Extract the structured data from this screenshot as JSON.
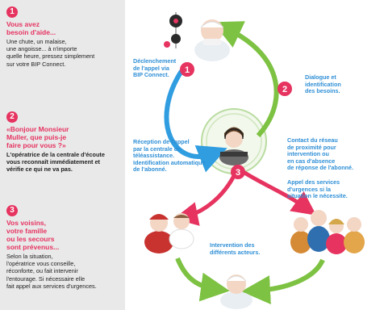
{
  "steps": [
    {
      "number": "1",
      "title": "Vous avez\nbesoin d'aide...",
      "body": "Une chute, un malaise,\nune angoisse... à n'importe\nquelle heure, pressez simplement\nsur votre BIP Connect."
    },
    {
      "number": "2",
      "title": "«Bonjour Monsieur\nMuller, que puis-je\nfaire pour vous ?»",
      "body": "L'opératrice de la centrale d'écoute\nvous reconnaît immédiatement et\nvérifie ce qui ne va pas."
    },
    {
      "number": "3",
      "title": "Vos voisins,\nvotre famille\nou les secours\nsont prévenus...",
      "body": "Selon la situation,\nl'opératrice vous conseille,\nréconforte, ou fait intervenir\nl'entourage. Si nécessaire elle\nfait appel aux services d'urgences."
    }
  ],
  "diagram": {
    "labels": {
      "declenchement": "Déclenchement\nde l'appel via\nBIP Connect.",
      "dialogue": "Dialogue et\nidentification\ndes besoins.",
      "reception": "Réception de l'appel\npar la centrale de\ntéléassistance.\nIdentification automatique\nde l'abonné.",
      "contact": "Contact du réseau\nde proximité pour\nintervention ou\nen cas d'absence\nde réponse de l'abonné.",
      "appel_urgences": "Appel des services\nd'urgences si la\nsituation le nécessite.",
      "intervention": "Intervention des\ndifférents acteurs."
    },
    "markers": [
      "1",
      "2",
      "3"
    ],
    "colors": {
      "accent": "#e6335f",
      "blue_arrow": "#2f9de0",
      "green_arrow": "#7dc242",
      "pink_arrow": "#e6335f",
      "sidebar_bg": "#e9e9ea"
    }
  }
}
